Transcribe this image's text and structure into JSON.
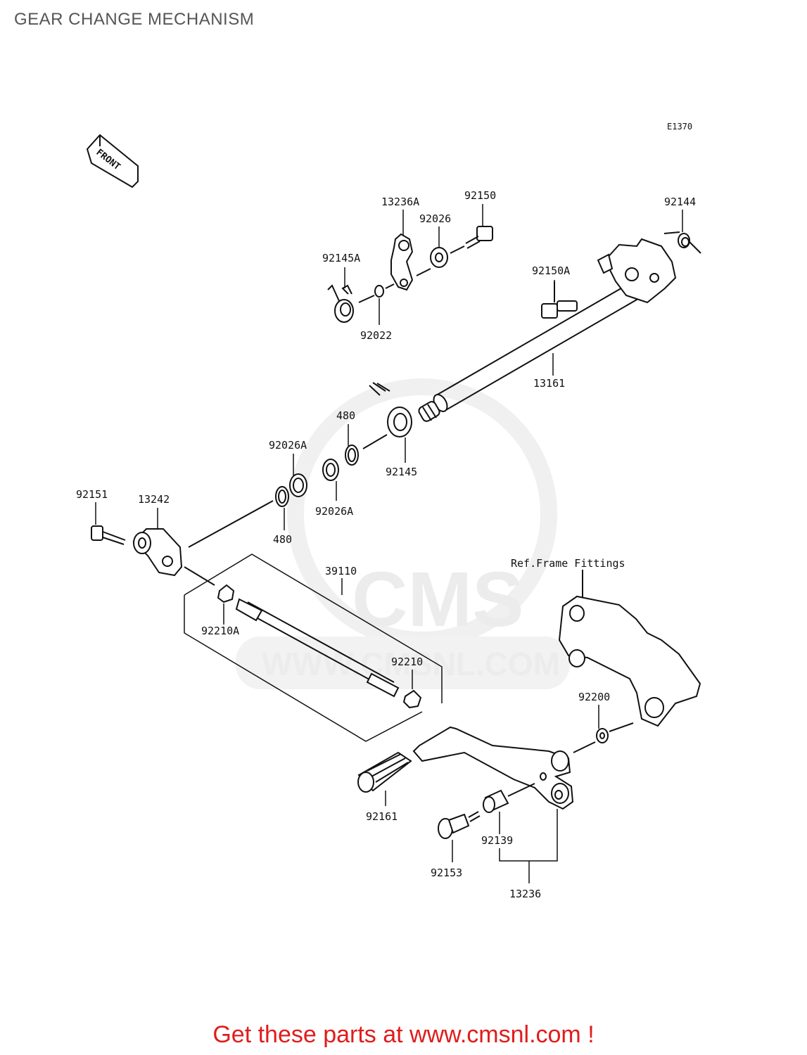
{
  "title": "GEAR CHANGE MECHANISM",
  "diagram_code": "E1370",
  "front_label": "FRONT",
  "watermark": {
    "brand": "CMS",
    "url": "WWW.CMSNL.COM"
  },
  "part_labels": {
    "p13236A": "13236A",
    "p92150": "92150",
    "p92026": "92026",
    "p92145A": "92145A",
    "p92022": "92022",
    "p92144": "92144",
    "p92150A": "92150A",
    "p13161": "13161",
    "p480a": "480",
    "p92145": "92145",
    "p92026Aa": "92026A",
    "p92026Ab": "92026A",
    "p480b": "480",
    "p92151": "92151",
    "p13242": "13242",
    "p39110": "39110",
    "p92210A": "92210A",
    "p92210": "92210",
    "refframe": "Ref.Frame Fittings",
    "p92200": "92200",
    "p92161": "92161",
    "p92139": "92139",
    "p92153": "92153",
    "p13236": "13236"
  },
  "footer": "Get these parts at www.cmsnl.com !"
}
